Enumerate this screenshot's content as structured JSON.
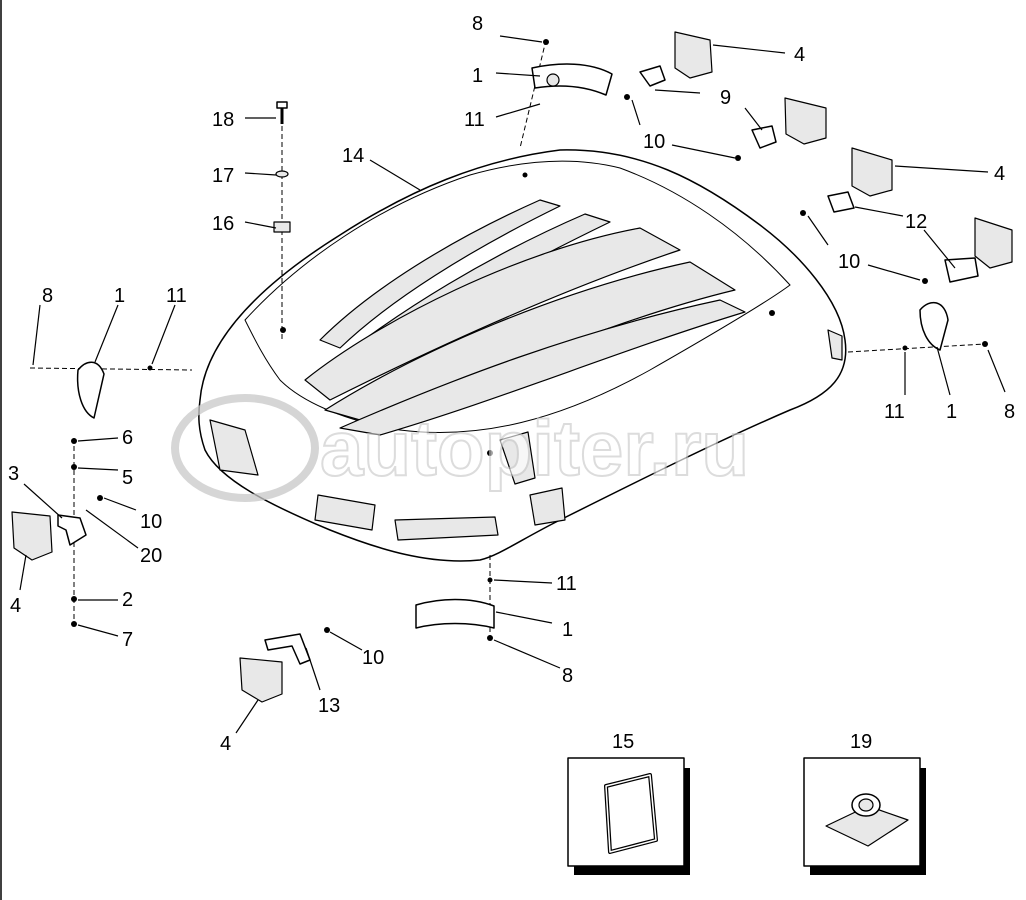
{
  "watermark": "autopiter.ru",
  "callouts": {
    "c8_top": "8",
    "c1_top": "1",
    "c11_top": "11",
    "c4_a": "4",
    "c9": "9",
    "c10_a": "10",
    "c4_b": "4",
    "c12": "12",
    "c10_b": "10",
    "c14": "14",
    "c18": "18",
    "c17": "17",
    "c16": "16",
    "c8_left": "8",
    "c1_left": "1",
    "c11_left": "11",
    "c11_right": "11",
    "c1_right": "1",
    "c8_right": "8",
    "c6": "6",
    "c3": "3",
    "c5": "5",
    "c10_c": "10",
    "c20": "20",
    "c4_c": "4",
    "c2": "2",
    "c7": "7",
    "c11_bot": "11",
    "c1_bot": "1",
    "c8_bot": "8",
    "c10_d": "10",
    "c13": "13",
    "c4_d": "4",
    "c15": "15",
    "c19": "19"
  }
}
